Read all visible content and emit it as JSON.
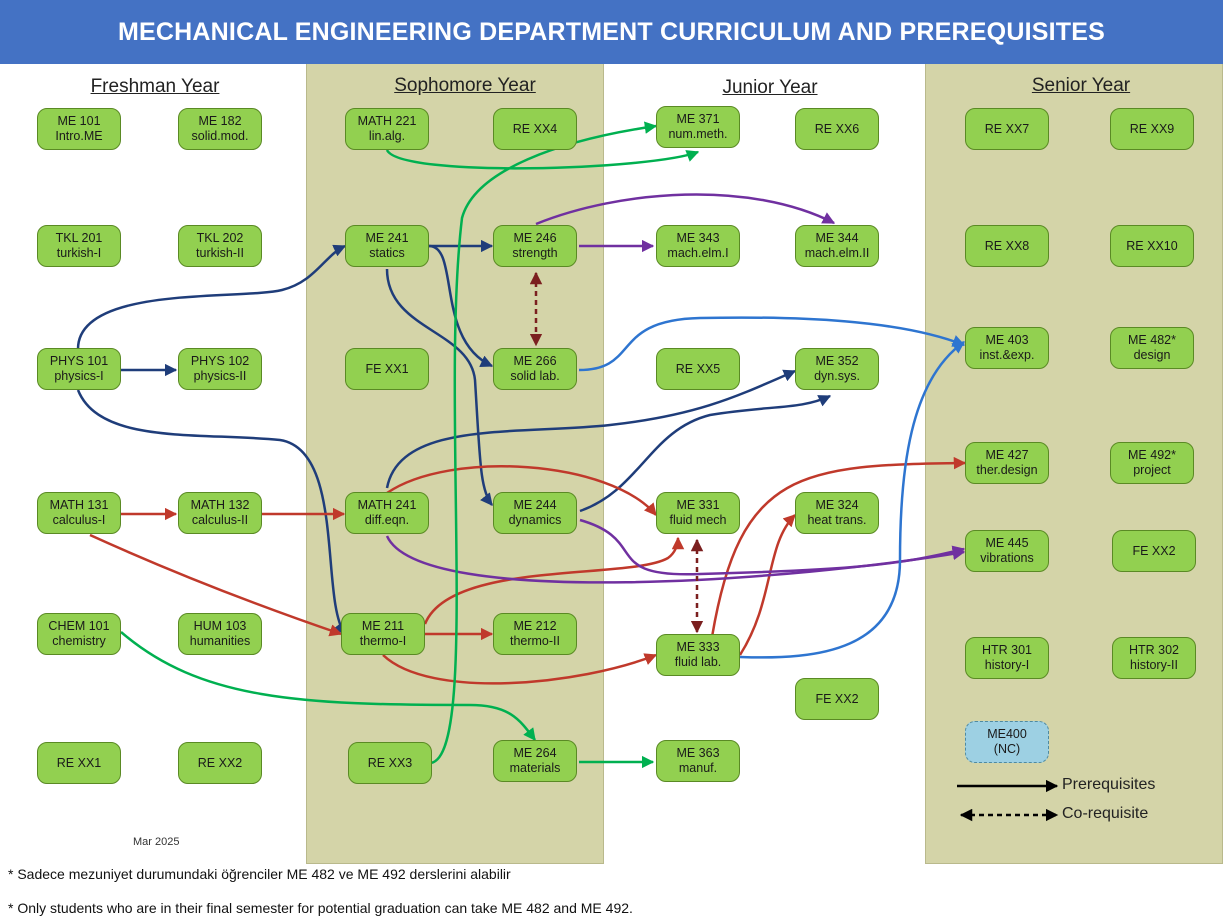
{
  "title": "MECHANICAL ENGINEERING DEPARTMENT CURRICULUM AND PREREQUISITES",
  "years": {
    "freshman": "Freshman Year",
    "sophomore": "Sophomore Year",
    "junior": "Junior Year",
    "senior": "Senior Year"
  },
  "courses": {
    "me101": {
      "code": "ME 101",
      "name": "Intro.ME"
    },
    "me182": {
      "code": "ME 182",
      "name": "solid.mod."
    },
    "tkl201": {
      "code": "TKL 201",
      "name": "turkish-I"
    },
    "tkl202": {
      "code": "TKL 202",
      "name": "turkish-II"
    },
    "phys101": {
      "code": "PHYS 101",
      "name": "physics-I"
    },
    "phys102": {
      "code": "PHYS 102",
      "name": "physics-II"
    },
    "math131": {
      "code": "MATH 131",
      "name": "calculus-I"
    },
    "math132": {
      "code": "MATH 132",
      "name": "calculus-II"
    },
    "chem101": {
      "code": "CHEM 101",
      "name": "chemistry"
    },
    "hum103": {
      "code": "HUM 103",
      "name": "humanities"
    },
    "rexx1": {
      "code": "RE XX1",
      "name": ""
    },
    "rexx2": {
      "code": "RE XX2",
      "name": ""
    },
    "math221": {
      "code": "MATH 221",
      "name": "lin.alg."
    },
    "rexx4": {
      "code": "RE XX4",
      "name": ""
    },
    "me241": {
      "code": "ME 241",
      "name": "statics"
    },
    "me246": {
      "code": "ME 246",
      "name": "strength"
    },
    "fexx1": {
      "code": "FE XX1",
      "name": ""
    },
    "me266": {
      "code": "ME 266",
      "name": "solid lab."
    },
    "math241": {
      "code": "MATH 241",
      "name": "diff.eqn."
    },
    "me244": {
      "code": "ME 244",
      "name": "dynamics"
    },
    "me211": {
      "code": "ME 211",
      "name": "thermo-I"
    },
    "me212": {
      "code": "ME 212",
      "name": "thermo-II"
    },
    "rexx3": {
      "code": "RE XX3",
      "name": ""
    },
    "me264": {
      "code": "ME 264",
      "name": "materials"
    },
    "me371": {
      "code": "ME 371",
      "name": "num.meth."
    },
    "rexx6": {
      "code": "RE XX6",
      "name": ""
    },
    "me343": {
      "code": "ME 343",
      "name": "mach.elm.I"
    },
    "me344": {
      "code": "ME 344",
      "name": "mach.elm.II"
    },
    "rexx5": {
      "code": "RE XX5",
      "name": ""
    },
    "me352": {
      "code": "ME 352",
      "name": "dyn.sys."
    },
    "me331": {
      "code": "ME 331",
      "name": "fluid mech"
    },
    "me324": {
      "code": "ME 324",
      "name": "heat trans."
    },
    "me333": {
      "code": "ME 333",
      "name": "fluid lab."
    },
    "fexx2j": {
      "code": "FE XX2",
      "name": ""
    },
    "me363": {
      "code": "ME 363",
      "name": "manuf."
    },
    "rexx7": {
      "code": "RE XX7",
      "name": ""
    },
    "rexx9": {
      "code": "RE XX9",
      "name": ""
    },
    "rexx8": {
      "code": "RE XX8",
      "name": ""
    },
    "rexx10": {
      "code": "RE XX10",
      "name": ""
    },
    "me403": {
      "code": "ME 403",
      "name": "inst.&exp."
    },
    "me482": {
      "code": "ME 482*",
      "name": "design"
    },
    "me427": {
      "code": "ME 427",
      "name": "ther.design"
    },
    "me492": {
      "code": "ME 492*",
      "name": "project"
    },
    "me445": {
      "code": "ME 445",
      "name": "vibrations"
    },
    "fexx2s": {
      "code": "FE XX2",
      "name": ""
    },
    "htr301": {
      "code": "HTR 301",
      "name": "history-I"
    },
    "htr302": {
      "code": "HTR 302",
      "name": "history-II"
    },
    "me400": {
      "code": "ME400",
      "name": "(NC)"
    }
  },
  "colors": {
    "title_bg": "#4472c4",
    "band": "#d4d4a8",
    "course_fill": "#92d050",
    "nc_fill": "#9dd0e3",
    "arrow_navy": "#1f3d7a",
    "arrow_red": "#c0392b",
    "arrow_purple": "#7030a0",
    "arrow_green": "#00b050",
    "arrow_blue": "#2e75d0",
    "arrow_coreq": "#7b1f1f"
  },
  "legend": {
    "prerequisites": "Prerequisites",
    "corequisite": "Co-requisite"
  },
  "date_note": "Mar 2025",
  "footnotes": {
    "tr": "* Sadece mezuniyet durumundaki öğrenciler ME 482 ve ME 492 derslerini alabilir",
    "en": "* Only students who are in their final semester for potential graduation can take ME 482 and ME 492."
  }
}
